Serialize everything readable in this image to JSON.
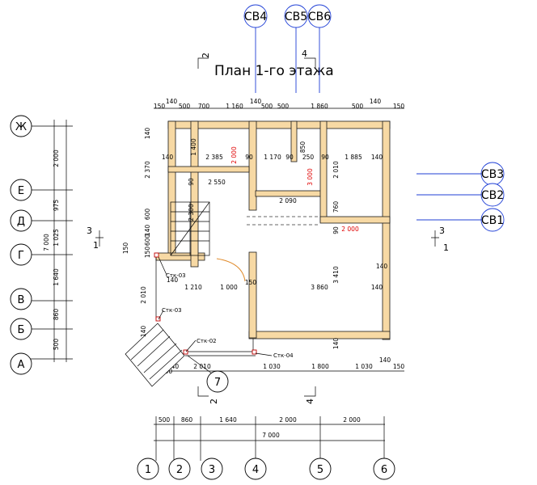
{
  "title": "План 1-го этажа",
  "section_marks": {
    "top_left": "2",
    "top_right": "4",
    "bottom_left": "2",
    "bottom_right": "4",
    "side_left": "3",
    "side_right": "3",
    "side_left_sub": "1",
    "side_right_sub": "1"
  },
  "axes_x": [
    "1",
    "2",
    "3",
    "4",
    "5",
    "6"
  ],
  "axes_y": [
    "Ж",
    "Е",
    "Д",
    "Г",
    "В",
    "Б",
    "А"
  ],
  "axis_7": "7",
  "wall_sections_top": [
    "СВ4",
    "СВ5",
    "СВ6"
  ],
  "wall_sections_right": [
    "СВ3",
    "СВ2",
    "СВ1"
  ],
  "posts": [
    "Стк-03",
    "Стк-03",
    "Стк-02",
    "Стк-04"
  ],
  "dims_top": [
    "140",
    "150",
    "500",
    "700",
    "1 160",
    "140",
    "500",
    "500",
    "1 860",
    "500",
    "140",
    "150"
  ],
  "dims_bottom": [
    "140",
    "150",
    "2 010",
    "1 030",
    "1 800",
    "1 030",
    "140",
    "150"
  ],
  "dims_bottom_chain": [
    "500",
    "860",
    "1 640",
    "2 000",
    "2 000"
  ],
  "dims_bottom_total": "7 000",
  "dims_left_chain": [
    "2 000",
    "975",
    "1 025",
    "1 640",
    "860",
    "500"
  ],
  "dims_left_total": "7 000",
  "dims_interior": [
    "140",
    "2 370",
    "140",
    "1 400",
    "2 385",
    "90",
    "1 170",
    "90",
    "850",
    "250",
    "90",
    "2 010",
    "1 885",
    "140",
    "2 550",
    "90",
    "2 090",
    "760",
    "600",
    "2 300",
    "140",
    "90",
    "600",
    "150",
    "140",
    "1 210",
    "1 000",
    "150",
    "3 860",
    "140",
    "2 010",
    "3 410",
    "140",
    "140",
    "140",
    "150"
  ],
  "dims_interior_red": [
    "2 000",
    "3 000",
    "2 000"
  ]
}
